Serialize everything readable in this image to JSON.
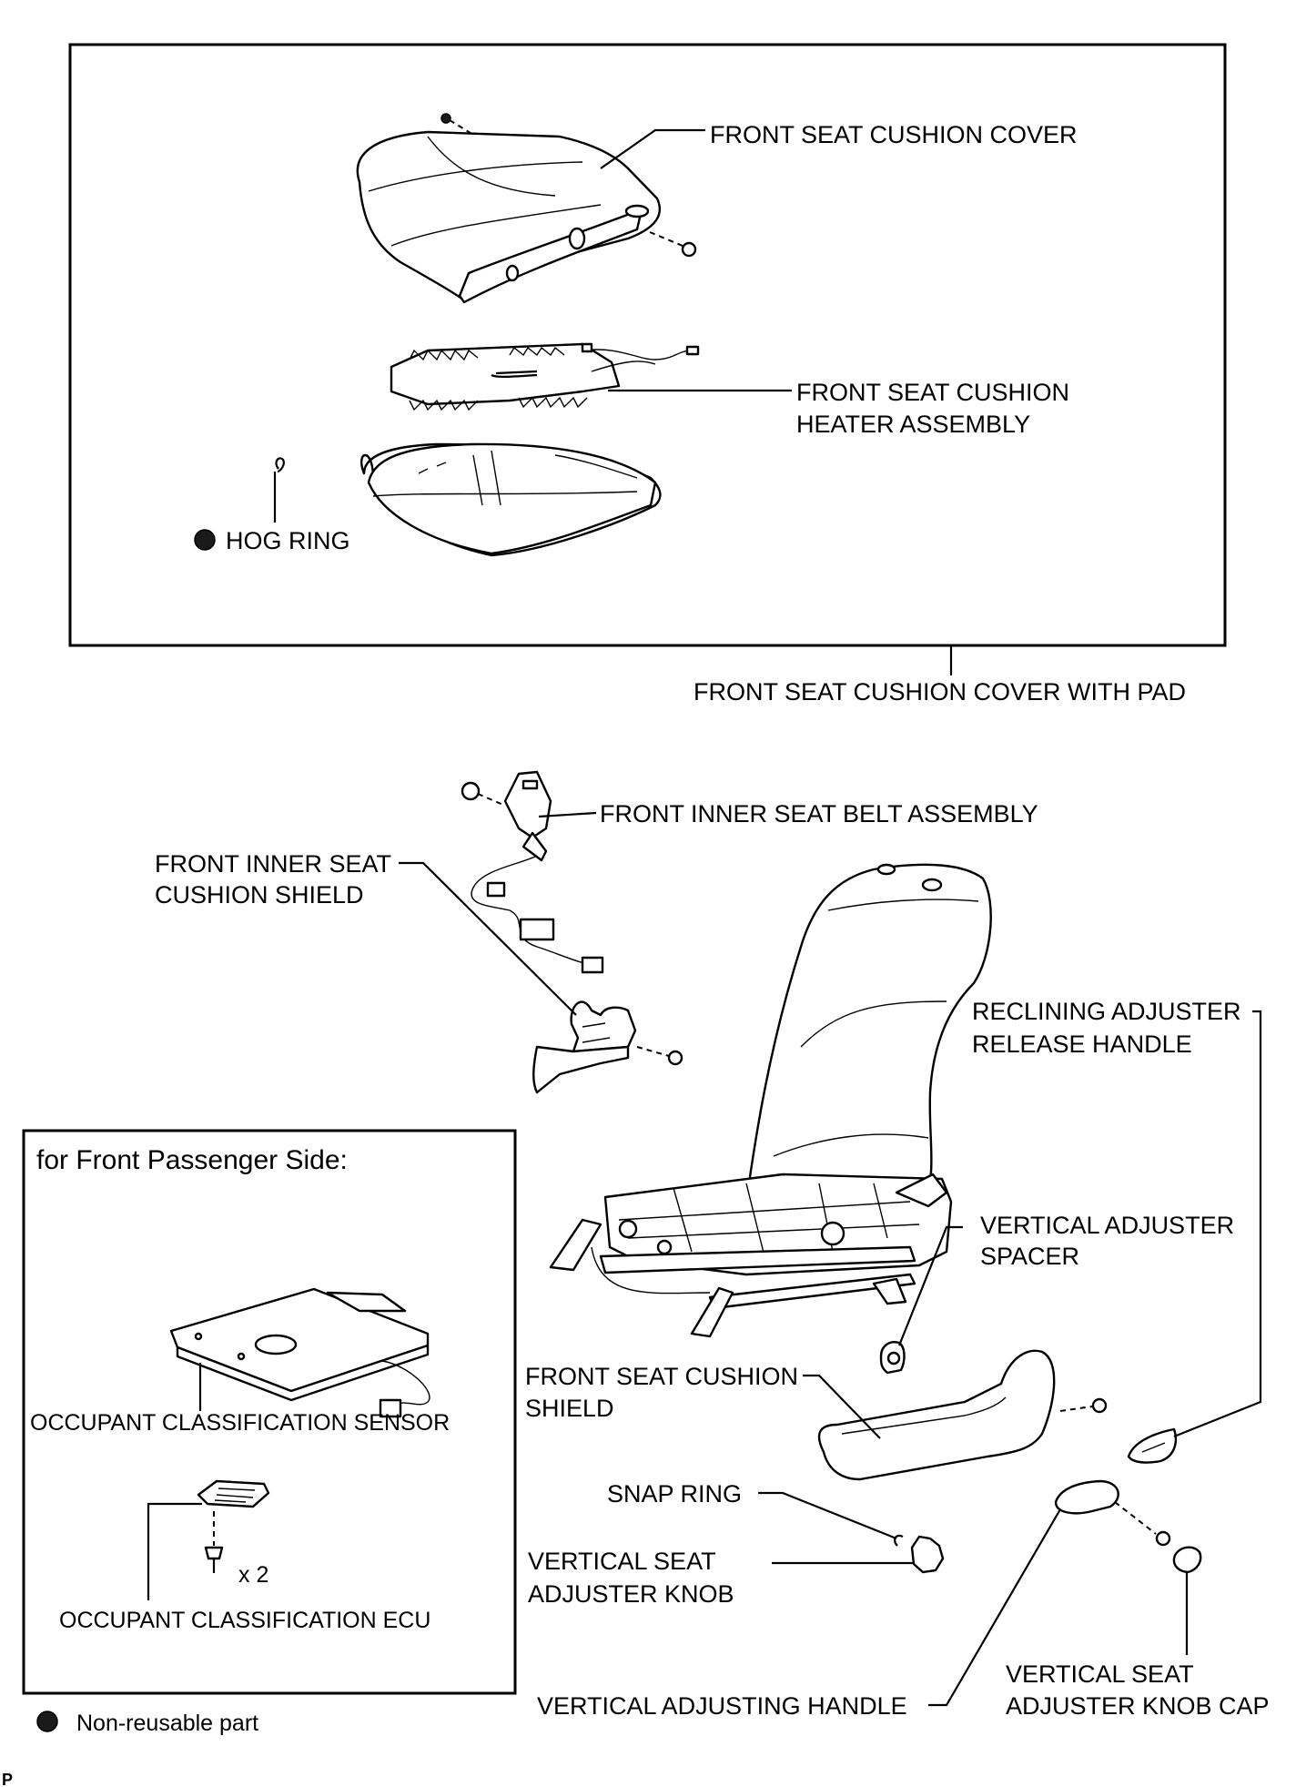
{
  "main_box": {
    "title": "FRONT SEAT CUSHION COVER WITH PAD",
    "labels": {
      "cushion_cover": "FRONT SEAT CUSHION COVER",
      "heater_line1": "FRONT SEAT CUSHION",
      "heater_line2": "HEATER ASSEMBLY",
      "hog_ring": "HOG RING"
    }
  },
  "labels": {
    "inner_belt": "FRONT INNER SEAT BELT ASSEMBLY",
    "inner_shield_line1": "FRONT INNER SEAT",
    "inner_shield_line2": "CUSHION SHIELD",
    "reclining_line1": "RECLINING ADJUSTER",
    "reclining_line2": "RELEASE HANDLE",
    "vert_spacer_line1": "VERTICAL ADJUSTER",
    "vert_spacer_line2": "SPACER",
    "cushion_shield_line1": "FRONT SEAT CUSHION",
    "cushion_shield_line2": "SHIELD",
    "snap_ring": "SNAP RING",
    "vert_knob_line1": "VERTICAL SEAT",
    "vert_knob_line2": "ADJUSTER KNOB",
    "vert_handle": "VERTICAL ADJUSTING HANDLE",
    "knob_cap_line1": "VERTICAL SEAT",
    "knob_cap_line2": "ADJUSTER KNOB CAP"
  },
  "inset": {
    "heading": "for Front Passenger Side:",
    "sensor": "OCCUPANT CLASSIFICATION SENSOR",
    "ecu": "OCCUPANT CLASSIFICATION ECU",
    "qty": "x 2"
  },
  "legend": {
    "non_reusable": "Non-reusable part"
  },
  "corner_mark": "P",
  "colors": {
    "ink": "#000000",
    "paper": "#ffffff"
  }
}
